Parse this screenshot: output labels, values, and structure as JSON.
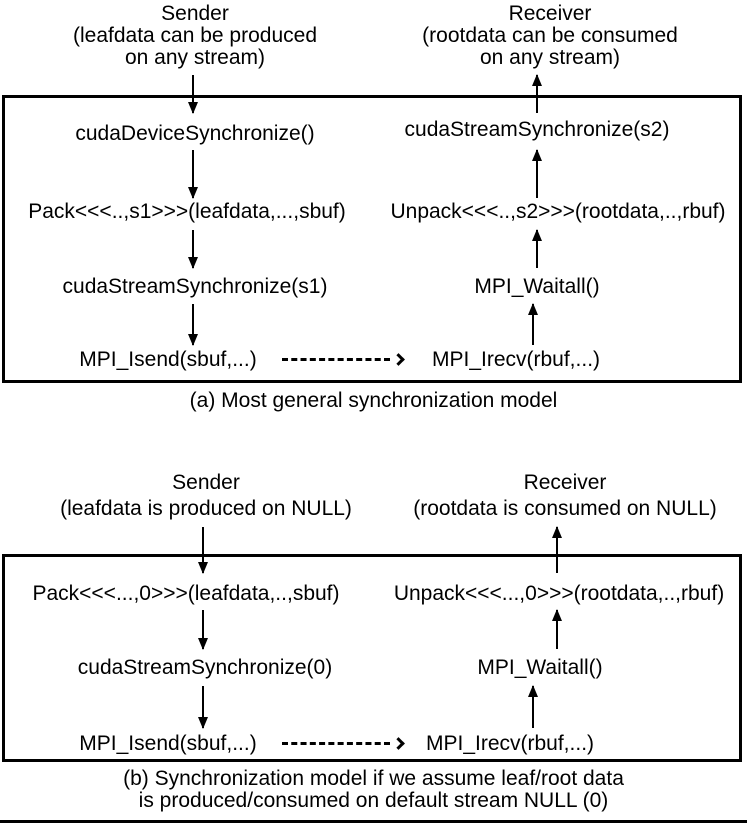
{
  "colors": {
    "background": "#ffffff",
    "line": "#000000",
    "text": "#000000"
  },
  "diagram_a": {
    "sender_header": {
      "title": "Sender",
      "line2": "(leafdata can be produced",
      "line3": "on any stream)"
    },
    "receiver_header": {
      "title": "Receiver",
      "line2": "(rootdata can be consumed",
      "line3": "on any stream)"
    },
    "sender_steps": [
      "cudaDeviceSynchronize()",
      "Pack<<<..,s1>>>(leafdata,...,sbuf)",
      "cudaStreamSynchronize(s1)",
      "MPI_Isend(sbuf,...)"
    ],
    "receiver_steps": [
      "cudaStreamSynchronize(s2)",
      "Unpack<<<..,s2>>>(rootdata,..,rbuf)",
      "MPI_Waitall()",
      "MPI_Irecv(rbuf,...)"
    ],
    "caption": "(a) Most general synchronization model"
  },
  "diagram_b": {
    "sender_header": {
      "title": "Sender",
      "line2": "(leafdata is produced on NULL)"
    },
    "receiver_header": {
      "title": "Receiver",
      "line2": "(rootdata is consumed on NULL)"
    },
    "sender_steps": [
      "Pack<<<...,0>>>(leafdata,..,sbuf)",
      "cudaStreamSynchronize(0)",
      "MPI_Isend(sbuf,...)"
    ],
    "receiver_steps": [
      "Unpack<<<...,0>>>(rootdata,..,rbuf)",
      "MPI_Waitall()",
      "MPI_Irecv(rbuf,...)"
    ],
    "caption_line1": "(b) Synchronization model if we assume leaf/root data",
    "caption_line2": "is produced/consumed on default stream NULL (0)"
  }
}
